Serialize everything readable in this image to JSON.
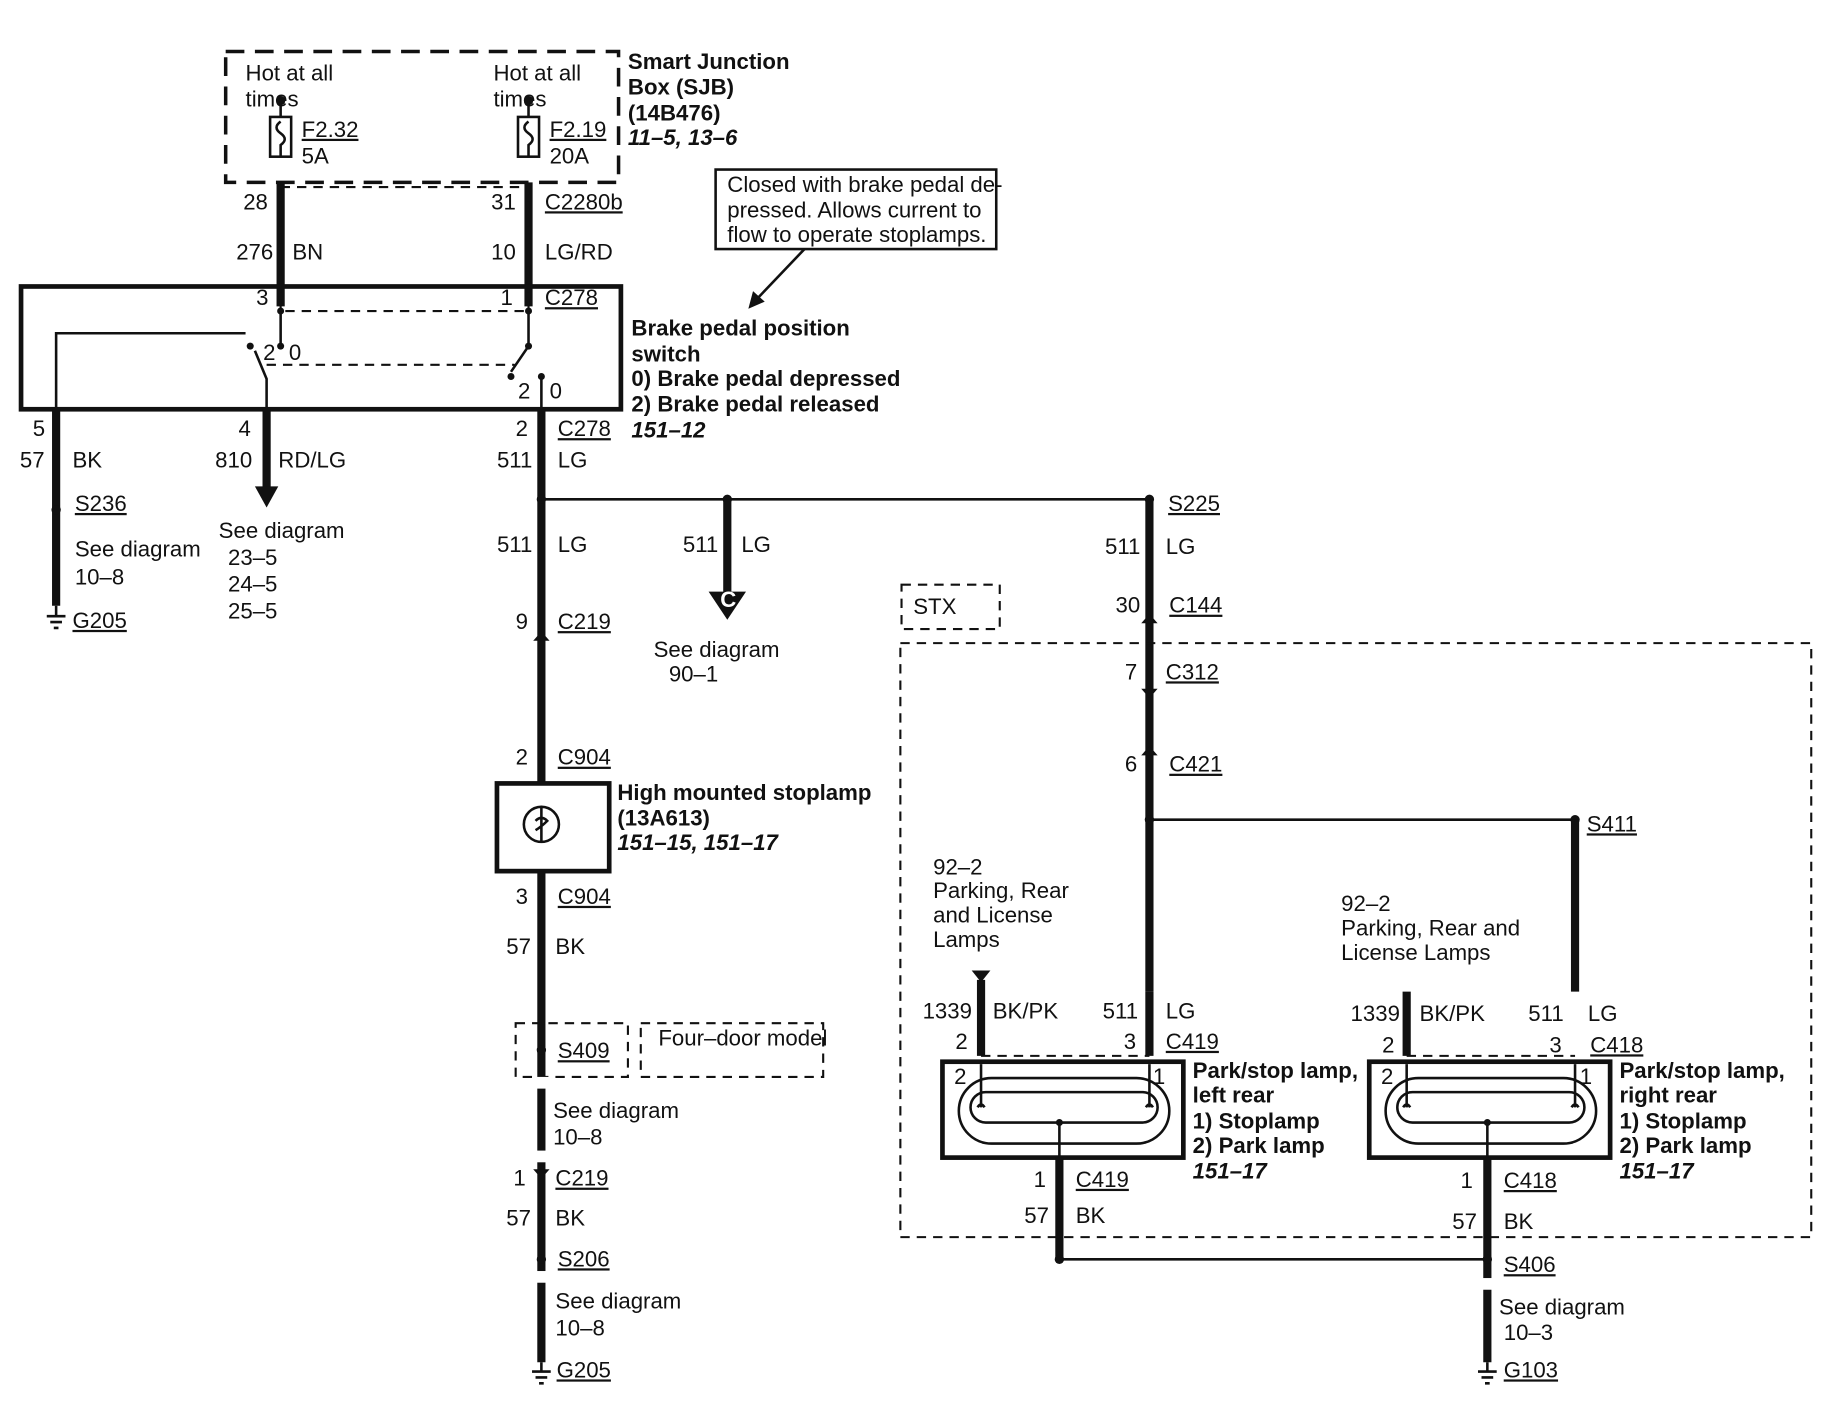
{
  "sjb": {
    "title": [
      "Smart Junction",
      "Box (SJB)",
      "(14B476)"
    ],
    "ref": "11–5, 13–6",
    "hot_left": [
      "Hot at all",
      "times"
    ],
    "hot_right": [
      "Hot at all",
      "times"
    ],
    "fuse_left": {
      "id": "F2.32",
      "rating": "5A"
    },
    "fuse_right": {
      "id": "F2.19",
      "rating": "20A"
    }
  },
  "note": [
    "Closed with brake pedal de-",
    "pressed. Allows current to",
    "flow to operate stoplamps."
  ],
  "wires_top": {
    "left_pin": "28",
    "left_circuit": "276",
    "left_color": "BN",
    "left_sw_pin": "3",
    "right_pin": "31",
    "right_connector": "C2280b",
    "right_circuit": "10",
    "right_color": "LG/RD",
    "right_sw_pin": "1",
    "right_sw_connector": "C278"
  },
  "switch": {
    "title": [
      "Brake pedal position",
      "switch"
    ],
    "states": [
      "0)   Brake pedal depressed",
      "2)   Brake pedal released"
    ],
    "ref": "151–12",
    "pos_a2": "2",
    "pos_a0": "0",
    "pos_b2": "2",
    "pos_b0": "0"
  },
  "switch_out": {
    "p5": "5",
    "p5_circuit": "57",
    "p5_color": "BK",
    "p4": "4",
    "p4_circuit": "810",
    "p4_color": "RD/LG",
    "p2": "2",
    "p2_connector": "C278",
    "p2_circuit": "511",
    "p2_color": "LG"
  },
  "left_ground": {
    "splice": "S236",
    "see": "See diagram",
    "see_ref": "10–8",
    "ground": "G205"
  },
  "rdlg_see": {
    "see": "See diagram",
    "refs": [
      "23–5",
      "24–5",
      "25–5"
    ]
  },
  "center": {
    "circuit": "511",
    "color": "LG",
    "c219_pin": "9",
    "c219": "C219",
    "c904_in_pin": "2",
    "c904_in": "C904",
    "lamp_title": [
      "High mounted stoplamp",
      "(13A613)"
    ],
    "lamp_ref": "151–15, 151–17",
    "c904_out_pin": "3",
    "c904_out": "C904",
    "bk_circuit": "57",
    "bk_color": "BK",
    "s409": "S409",
    "four_door": "Four–door model",
    "see1": "See diagram",
    "see1_ref": "10–8",
    "c219b_pin": "1",
    "c219b": "C219",
    "bk2_circuit": "57",
    "bk2_color": "BK",
    "s206": "S206",
    "see2": "See diagram",
    "see2_ref": "10–8",
    "ground": "G205"
  },
  "branch_c": {
    "circuit": "511",
    "color": "LG",
    "marker": "C",
    "see": "See diagram",
    "ref": "90–1"
  },
  "right": {
    "s225": "S225",
    "circuit": "511",
    "color": "LG",
    "stx": "STX",
    "c144_pin": "30",
    "c144": "C144",
    "c312_pin": "7",
    "c312": "C312",
    "c421_pin": "6",
    "c421": "C421",
    "s411": "S411"
  },
  "lamp_left": {
    "ref_note": [
      "92–2",
      "Parking, Rear",
      "and License",
      "Lamps"
    ],
    "bkpk_circuit": "1339",
    "bkpk_color": "BK/PK",
    "lg_circuit": "511",
    "lg_color": "LG",
    "pin2": "2",
    "pin3": "3",
    "connector": "C419",
    "inner2": "2",
    "inner1": "1",
    "title": [
      "Park/stop lamp,",
      "left rear"
    ],
    "items": [
      "1)   Stoplamp",
      "2)   Park lamp"
    ],
    "ref": "151–17",
    "gnd_pin": "1",
    "gnd_connector": "C419",
    "gnd_circuit": "57",
    "gnd_color": "BK"
  },
  "lamp_right": {
    "ref_note": [
      "92–2",
      "Parking, Rear and",
      "License Lamps"
    ],
    "bkpk_circuit": "1339",
    "bkpk_color": "BK/PK",
    "lg_circuit": "511",
    "lg_color": "LG",
    "pin2": "2",
    "pin3": "3",
    "connector": "C418",
    "inner2": "2",
    "inner1": "1",
    "title": [
      "Park/stop lamp,",
      "right rear"
    ],
    "items": [
      "1)   Stoplamp",
      "2)   Park lamp"
    ],
    "ref": "151–17",
    "gnd_pin": "1",
    "gnd_connector": "C418",
    "gnd_circuit": "57",
    "gnd_color": "BK"
  },
  "right_ground": {
    "splice": "S406",
    "see": "See diagram",
    "see_ref": "10–3",
    "ground": "G103"
  }
}
